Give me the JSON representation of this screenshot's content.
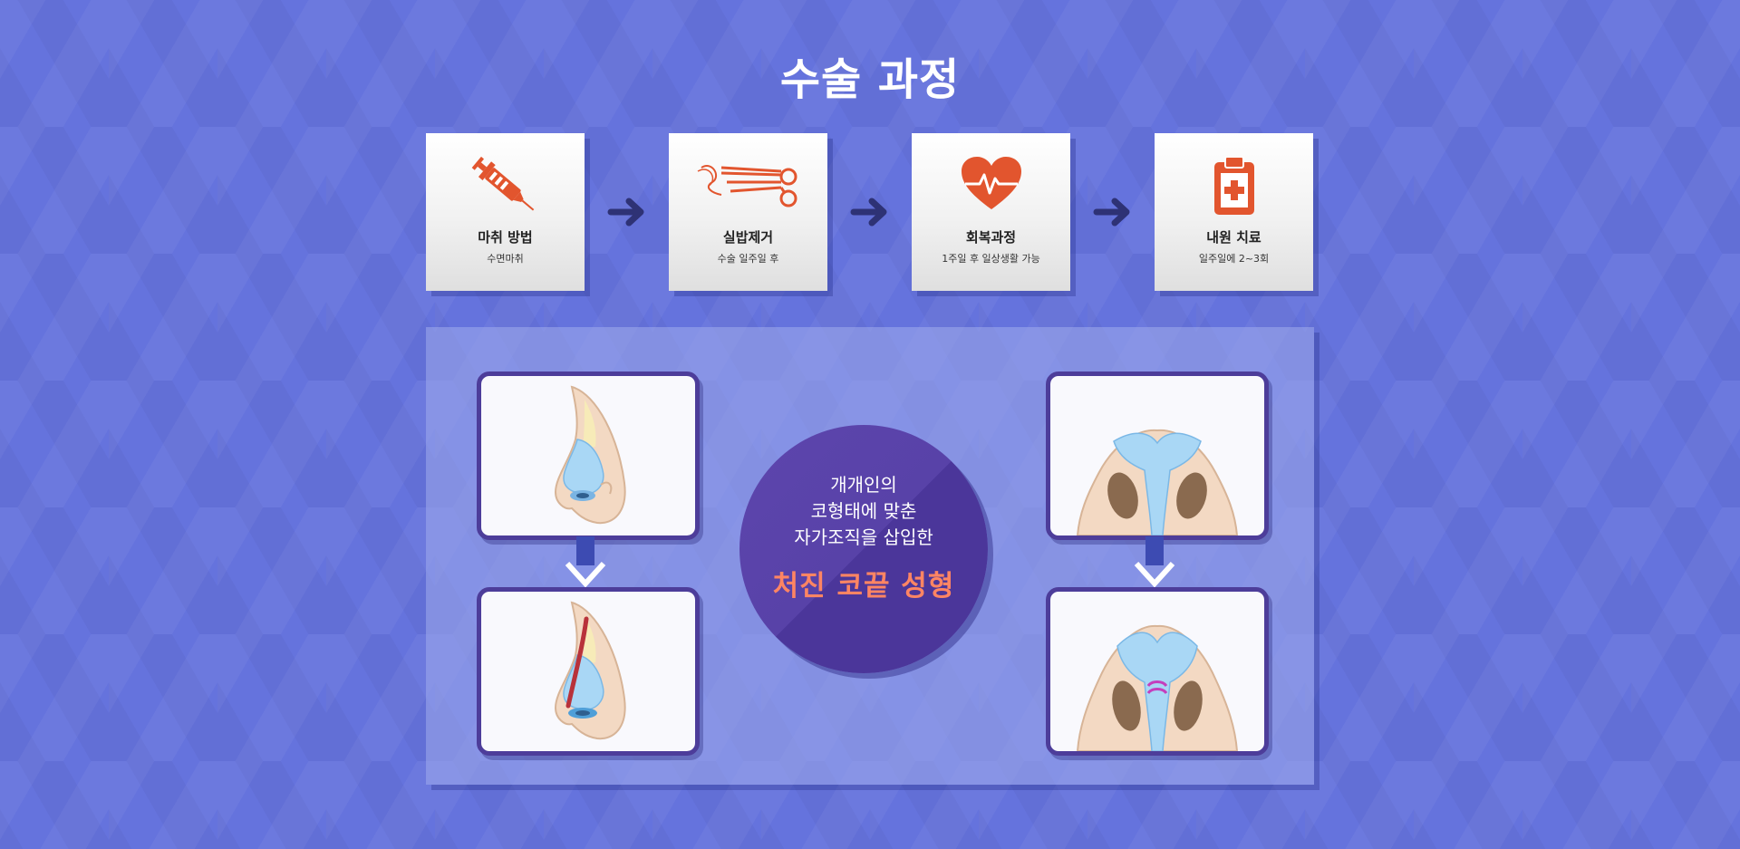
{
  "page": {
    "title": "수술 과정"
  },
  "steps": [
    {
      "icon": "syringe-icon",
      "label": "마취 방법",
      "sub": "수면마취"
    },
    {
      "icon": "scissors-forceps-icon",
      "label": "실밥제거",
      "sub": "수술 일주일 후"
    },
    {
      "icon": "heartbeat-icon",
      "label": "회복과정",
      "sub": "1주일 후 일상생활 가능"
    },
    {
      "icon": "clipboard-medical-icon",
      "label": "내원 치료",
      "sub": "일주일에 2~3회"
    }
  ],
  "circle": {
    "lines": [
      "개개인의",
      "코형태에 맞춘",
      "자가조직을 삽입한"
    ],
    "highlight": "처진 코끝 성형"
  },
  "colors": {
    "background": "#6573dd",
    "icon_accent": "#e2552e",
    "frame_border": "#4d3d9a",
    "circle": "#5842a8",
    "highlight": "#ff8563",
    "implant": "#a9d7f5"
  }
}
